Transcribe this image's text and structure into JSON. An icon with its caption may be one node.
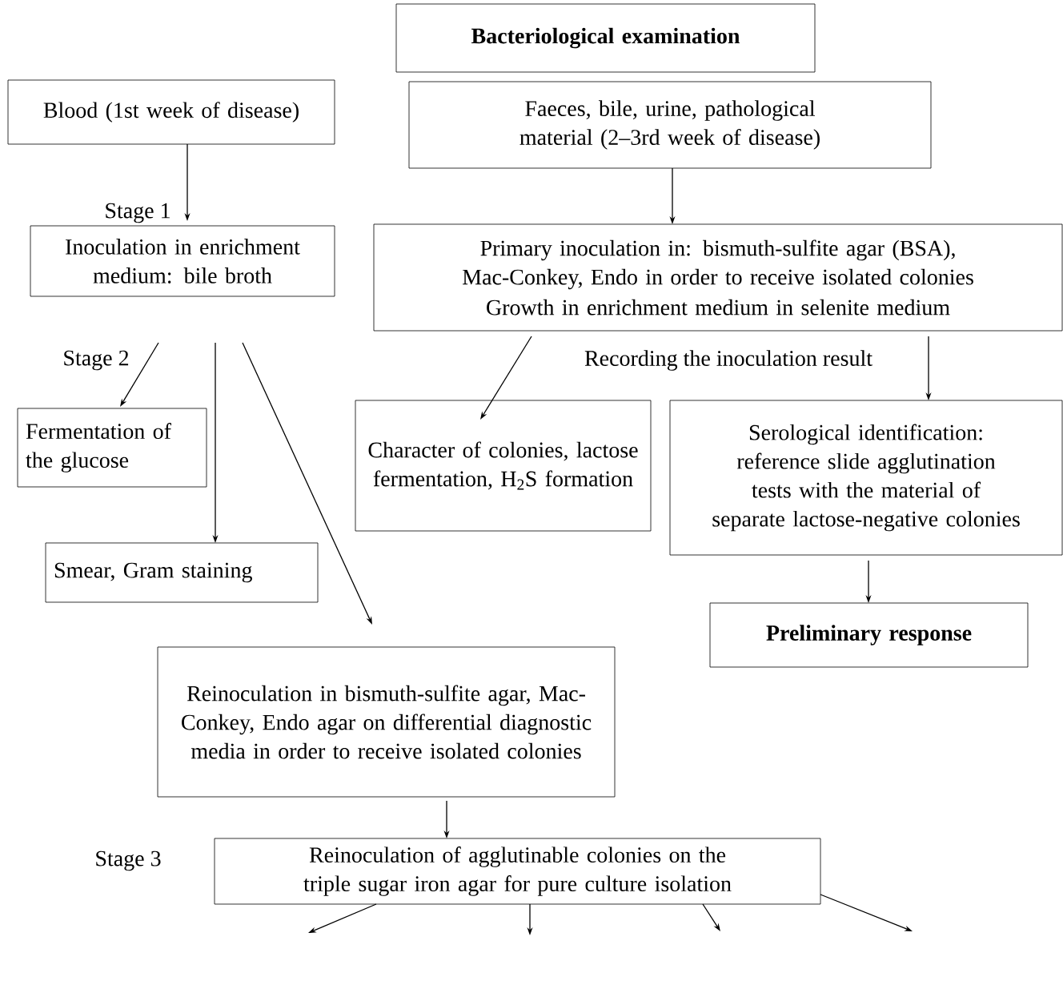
{
  "diagram": {
    "nodes": [
      {
        "text": [
          "**Bacteriological examination**"
        ]
      },
      {
        "text": [
          "Blood (1st week of disease)"
        ]
      },
      {
        "text": [
          "Faeces, bile, urine, pathological material (2–3rd week of disease)"
        ]
      },
      {
        "text": [
          "Inoculation in enrichment medium: bile broth"
        ]
      },
      {
        "text": [
          "Primary inoculation in: bismuth-sulfite agar (BSA), Mac-Conkey, Endo in order to receive isolated colonies",
          "Growth in enrichment medium in selenite medium"
        ]
      },
      {
        "text": [
          "Fermentation of the glucose"
        ]
      },
      {
        "text": [
          "Character of colonies, lactose fermentation, H$_{2}$S formation"
        ]
      },
      {
        "text": [
          "Serological identification: reference slide agglutination tests with the material of separate lactose-negative colonies"
        ]
      },
      {
        "text": [
          "Smear, Gram staining"
        ]
      },
      {
        "text": [
          "**Preliminary response**"
        ]
      },
      {
        "text": [
          "Reinoculation in bismuth-sulfite agar, Mac-Conkey, Endo agar on differential diagnostic media in order to receive isolated colonies"
        ]
      },
      {
        "text": [
          "Reinoculation of agglutinable colonies on the triple sugar iron agar for pure culture isolation"
        ]
      }
    ],
    "edges": [
      {
        "from": 1,
        "to": 3,
        "arrow": "to"
      },
      {
        "from": 2,
        "to": 4,
        "arrow": "to"
      },
      {
        "from": 3,
        "to": 5,
        "arrow": "to"
      },
      {
        "from": 3,
        "to": 8,
        "arrow": "to"
      },
      {
        "from": 3,
        "to": 10,
        "arrow": "to"
      },
      {
        "from": 4,
        "to": 6,
        "arrow": "to"
      },
      {
        "from": 4,
        "to": 7,
        "arrow": "to"
      },
      {
        "from": 7,
        "to": 9,
        "arrow": "to"
      },
      {
        "from": 10,
        "to": 11,
        "arrow": "to"
      },
      {
        "from": 11,
        "to": null,
        "arrow": "to"
      },
      {
        "from": 11,
        "to": null,
        "arrow": "to"
      },
      {
        "from": 11,
        "to": null,
        "arrow": "to"
      },
      {
        "from": 11,
        "to": null,
        "arrow": "to"
      }
    ],
    "labels": [
      "Stage 1",
      "Stage 2",
      "Recording the inoculation result",
      "Stage 3"
    ]
  }
}
